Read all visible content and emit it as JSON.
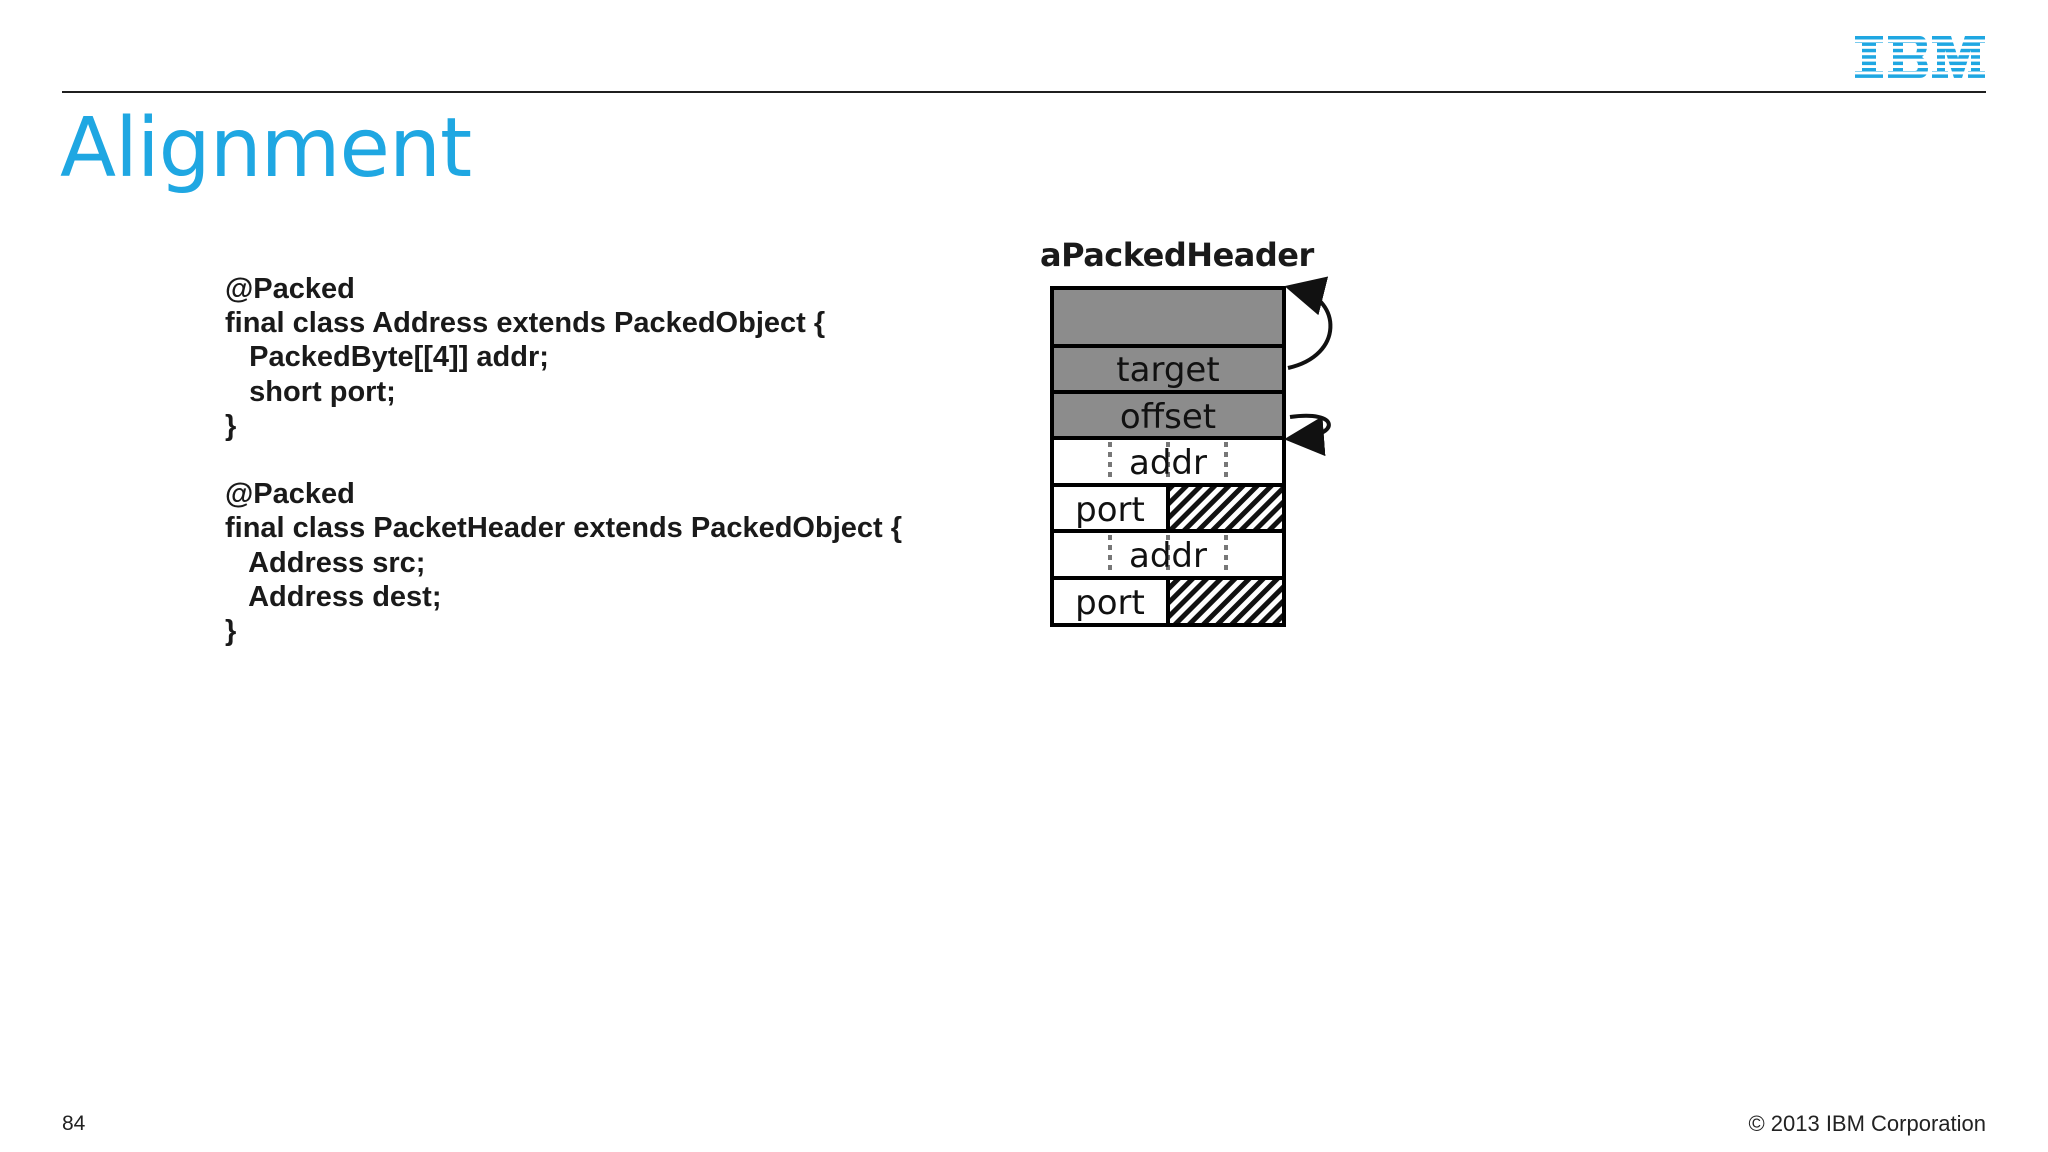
{
  "slide": {
    "logo_text": "IBM",
    "title": "Alignment",
    "page_number": "84",
    "copyright": "© 2013 IBM Corporation"
  },
  "code": {
    "lines": [
      "@Packed",
      "final class Address extends PackedObject {",
      "   PackedByte[[4]] addr;",
      "   short port;",
      "}",
      "",
      "@Packed",
      "final class PacketHeader extends PackedObject {",
      "   Address src;",
      "   Address dest;",
      "}"
    ]
  },
  "diagram": {
    "title": "aPackedHeader",
    "cells": {
      "target": "target",
      "offset": "offset",
      "addr_1": "addr",
      "port_1": "port",
      "addr_2": "addr",
      "port_2": "port"
    }
  },
  "colors": {
    "ibm_blue": "#1fa7e2",
    "header_gray": "#8c8c8c",
    "text": "#1a1a1a"
  }
}
